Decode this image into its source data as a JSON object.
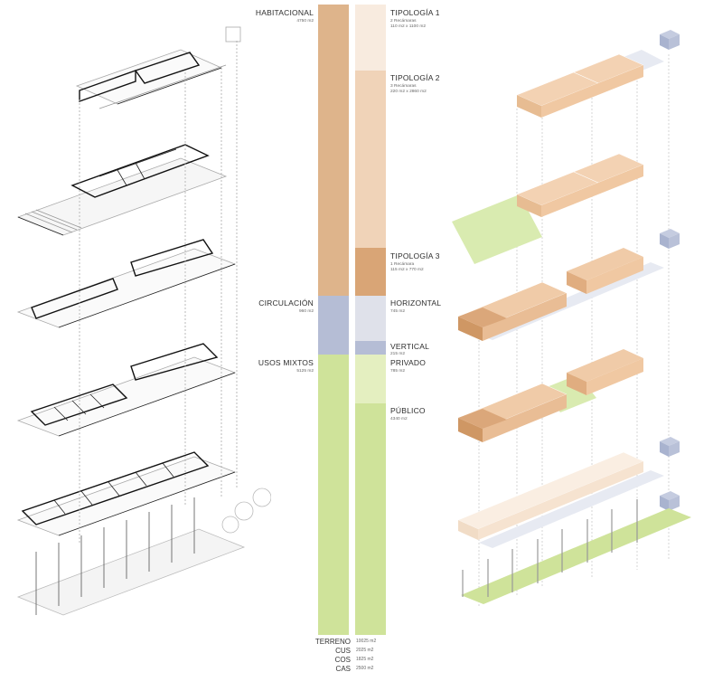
{
  "colors": {
    "habitacional": "#deb48b",
    "tipologia1": "#f8ebdf",
    "tipologia2": "#f0d3b8",
    "tipologia3": "#d9a576",
    "circulacion": "#b5bdd5",
    "horizontal": "#dfe1ea",
    "vertical": "#b5bdd5",
    "usos_mixtos": "#cfe39a",
    "privado": "#e4efc0",
    "publico": "#cfe39a",
    "terreno": "#cfe39a"
  },
  "left_column": {
    "habitacional": {
      "label": "HABITACIONAL",
      "value": "4750 m2"
    },
    "circulacion": {
      "label": "CIRCULACIÓN",
      "value": "960 m2"
    },
    "usos_mixtos": {
      "label": "USOS MIXTOS",
      "value": "5125 m2"
    }
  },
  "right_column": {
    "tipologia1": {
      "label": "TIPOLOGÍA 1",
      "line1": "2 Recámaras",
      "line2": "110 m2 x 1100 m2"
    },
    "tipologia2": {
      "label": "TIPOLOGÍA 2",
      "line1": "3 Recámaras",
      "line2": "220 m2 x 2860 m2"
    },
    "tipologia3": {
      "label": "TIPOLOGÍA 3",
      "line1": "1 Recámara",
      "line2": "115 m2 x 770 m2"
    },
    "horizontal": {
      "label": "HORIZONTAL",
      "value": "745 m2"
    },
    "vertical": {
      "label": "VERTICAL",
      "value": "215 m2"
    },
    "privado": {
      "label": "PRIVADO",
      "value": "785 m2"
    },
    "publico": {
      "label": "PÚBLICO",
      "value": "4340 m2"
    }
  },
  "totals": [
    {
      "label": "TERRENO",
      "value": "10025 m2"
    },
    {
      "label": "CUS",
      "value": "2025 m2"
    },
    {
      "label": "COS",
      "value": "1825 m2"
    },
    {
      "label": "CAS",
      "value": "2500 m2"
    }
  ]
}
